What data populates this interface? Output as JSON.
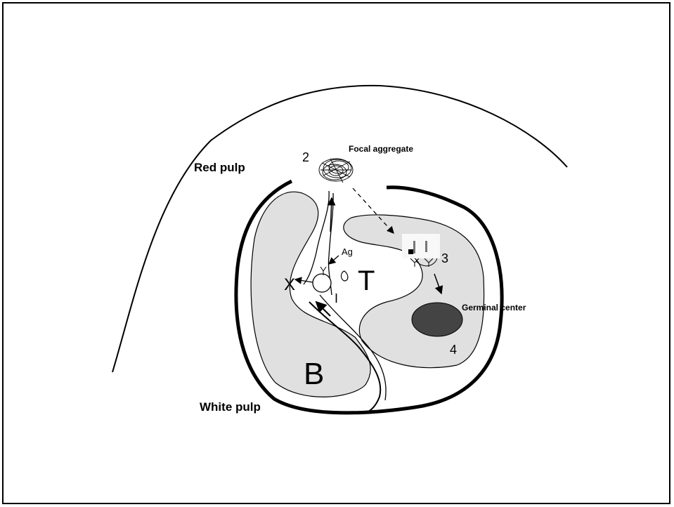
{
  "labels": {
    "red_pulp": "Red pulp",
    "white_pulp": "White pulp",
    "focal_aggregate": "Focal aggregate",
    "germinal_center": "Germinal center",
    "t_zone": "T",
    "b_zone": "B",
    "antigen": "Ag",
    "x_mark": "X",
    "step_1": "I",
    "step_2": "2",
    "step_3": "3",
    "step_4": "4"
  },
  "colors": {
    "zone_fill": "#e0e0e0",
    "germinal_center": "#444444",
    "outline": "#000000"
  }
}
